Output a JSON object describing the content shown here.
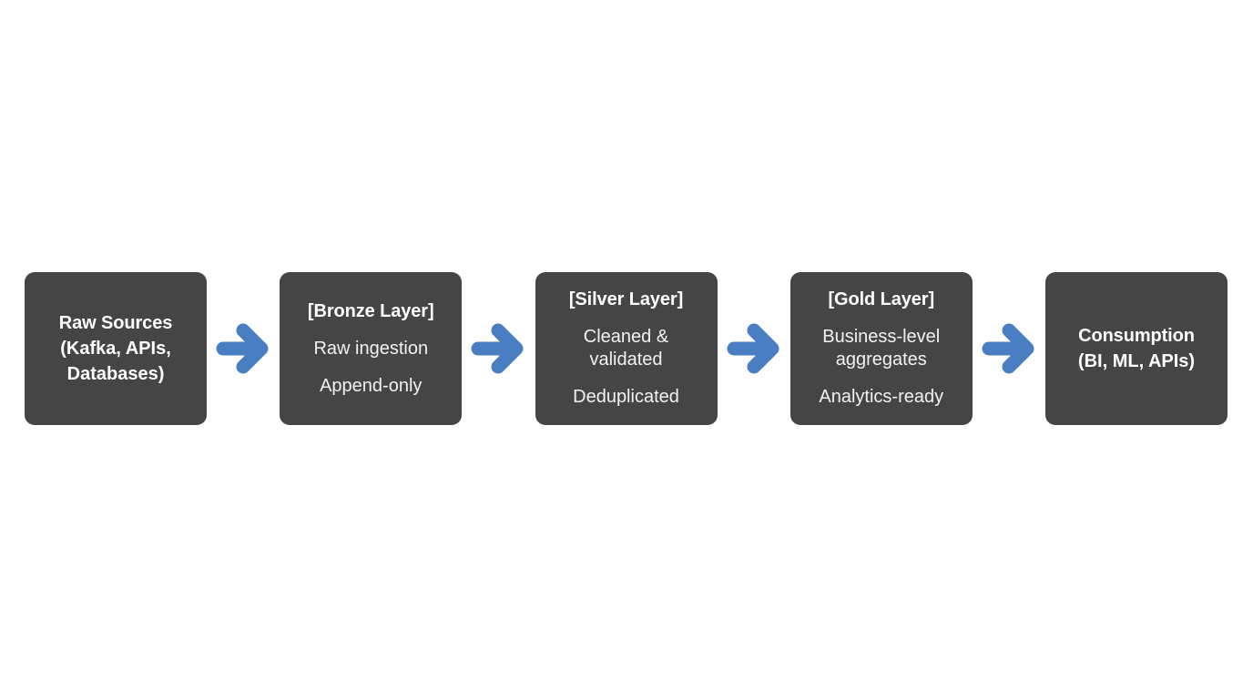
{
  "diagram": {
    "type": "pipeline-flow",
    "orientation": "left-to-right",
    "background_color": "#ffffff",
    "node_color": "#454545",
    "node_text_color": "#ffffff",
    "arrow_color": "#4a7ec2",
    "nodes": [
      {
        "id": "raw-sources",
        "title": "Raw Sources",
        "lines": [
          "(Kafka, APIs,",
          "Databases)"
        ],
        "all_bold": true
      },
      {
        "id": "bronze-layer",
        "title": "[Bronze Layer]",
        "lines": [
          "Raw ingestion",
          "Append-only"
        ],
        "all_bold": false
      },
      {
        "id": "silver-layer",
        "title": "[Silver Layer]",
        "lines": [
          "Cleaned & validated",
          "Deduplicated"
        ],
        "all_bold": false
      },
      {
        "id": "gold-layer",
        "title": "[Gold Layer]",
        "lines": [
          "Business-level aggregates",
          "Analytics-ready"
        ],
        "all_bold": false
      },
      {
        "id": "consumption",
        "title": "Consumption",
        "lines": [
          "(BI, ML, APIs)"
        ],
        "all_bold": true
      }
    ],
    "arrows": [
      {
        "id": "arrow-1",
        "from": "raw-sources",
        "to": "bronze-layer",
        "icon": "arrow-right-icon"
      },
      {
        "id": "arrow-2",
        "from": "bronze-layer",
        "to": "silver-layer",
        "icon": "arrow-right-icon"
      },
      {
        "id": "arrow-3",
        "from": "silver-layer",
        "to": "gold-layer",
        "icon": "arrow-right-icon"
      },
      {
        "id": "arrow-4",
        "from": "gold-layer",
        "to": "consumption",
        "icon": "arrow-right-icon"
      }
    ]
  }
}
